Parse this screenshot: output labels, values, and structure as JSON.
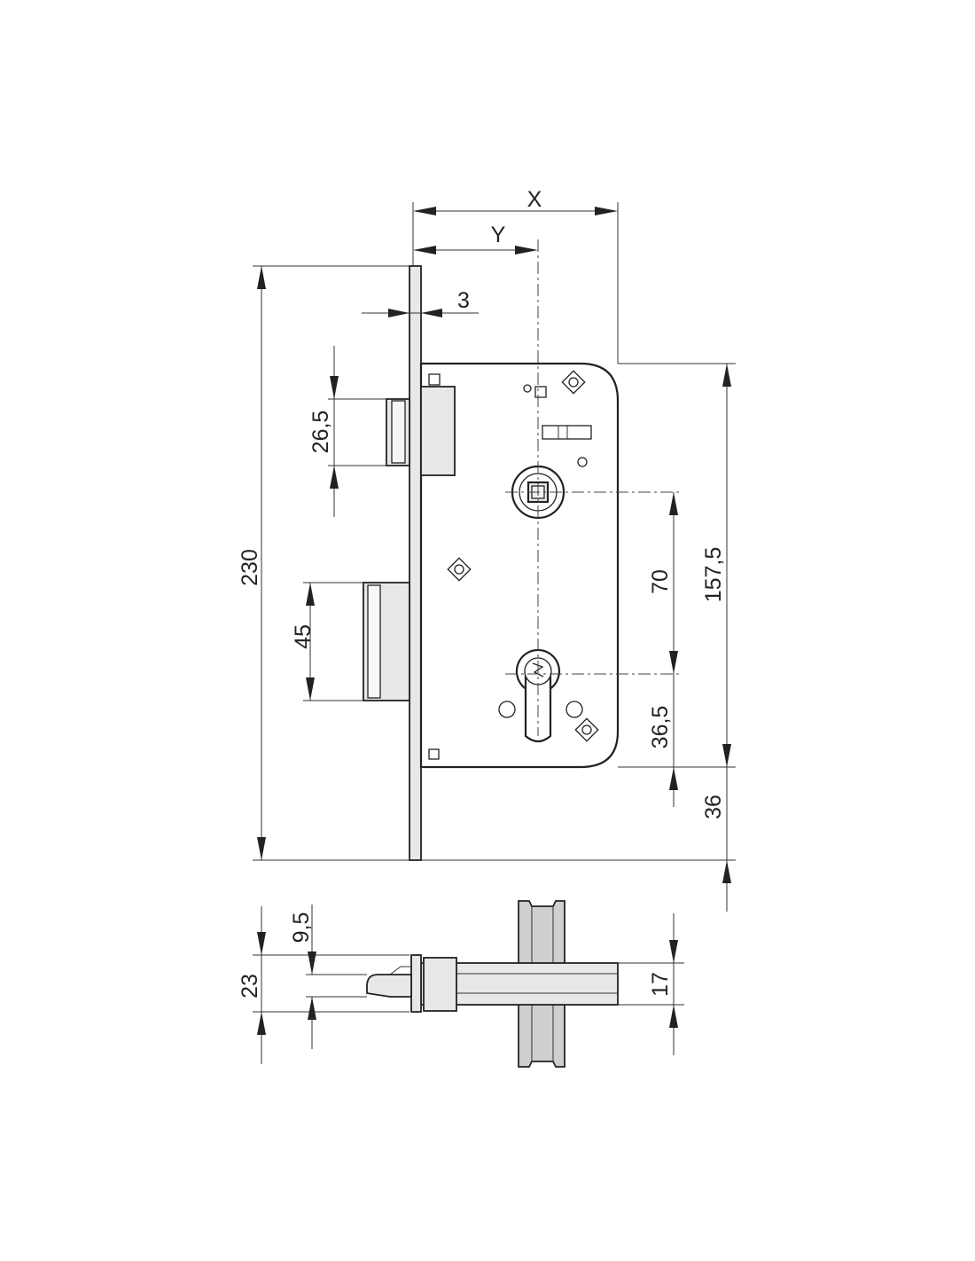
{
  "dimensions": {
    "x": "X",
    "y": "Y",
    "faceplate_thickness": "3",
    "latch_height": "26,5",
    "overall_height": "230",
    "deadbolt_height": "45",
    "handle_to_cylinder": "70",
    "body_height": "157,5",
    "cylinder_to_body_bottom": "36,5",
    "body_bottom_to_plate_end": "36",
    "spindle_offset": "9,5",
    "spindle_width": "23",
    "key_bar_width": "17"
  },
  "colors": {
    "line": "#222222",
    "metal_fill": "#e8e8e8",
    "metal_dark": "#cfcfcf",
    "background": "#ffffff"
  }
}
